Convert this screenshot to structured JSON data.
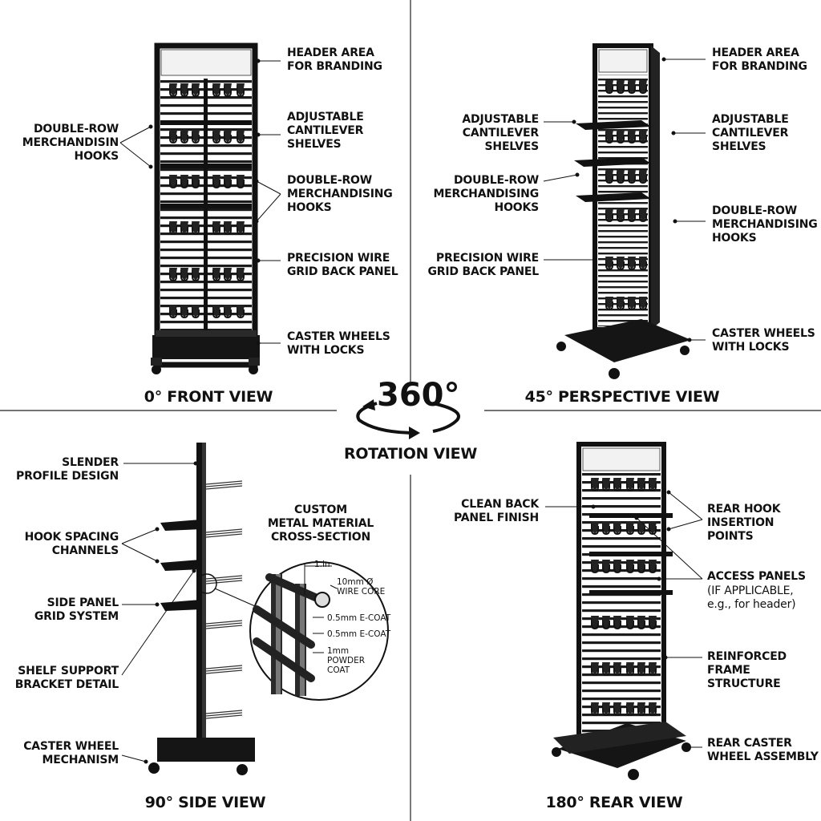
{
  "center": {
    "big": "360°",
    "sub": "ROTATION VIEW"
  },
  "views": {
    "front": {
      "title": "0° FRONT VIEW",
      "labels": {
        "header": "HEADER AREA\nFOR BRANDING",
        "shelves": "ADJUSTABLE\nCANTILEVER\nSHELVES",
        "hooks_left": "DOUBLE-ROW\nMERCHANDISIN\nHOOKS",
        "hooks_right": "DOUBLE-ROW\nMERCHANDISING\nHOOKS",
        "grid": "PRECISION WIRE\nGRID BACK PANEL",
        "casters": "CASTER WHEELS\nWITH LOCKS"
      }
    },
    "perspective": {
      "title": "45° PERSPECTIVE VIEW",
      "labels": {
        "header": "HEADER AREA\nFOR BRANDING",
        "shelves_left": "ADJUSTABLE\nCANTILEVER\nSHELVES",
        "shelves_right": "ADJUSTABLE\nCANTILEVER\nSHELVES",
        "hooks_left": "DOUBLE-ROW\nMERCHANDISING\nHOOKS",
        "hooks_right": "DOUBLE-ROW\nMERCHANDISING\nHOOKS",
        "grid": "PRECISION WIRE\nGRID BACK PANEL",
        "casters": "CASTER WHEELS\nWITH LOCKS"
      }
    },
    "side": {
      "title": "90° SIDE VIEW",
      "labels": {
        "profile": "SLENDER\nPROFILE DESIGN",
        "channels": "HOOK SPACING\nCHANNELS",
        "grid": "SIDE PANEL\nGRID SYSTEM",
        "bracket": "SHELF SUPPORT\nBRACKET DETAIL",
        "caster": "CASTER WHEEL\nMECHANISM",
        "material": "CUSTOM\nMETAL MATERIAL\nCROSS-SECTION"
      },
      "detail": {
        "dim": "1.in",
        "core": "10mm Ø\nWIRE CORE",
        "ecoat1": "0.5mm E-COAT",
        "ecoat2": "0.5mm E-COAT",
        "powder": "1mm\nPOWDER\nCOAT"
      }
    },
    "rear": {
      "title": "180° REAR VIEW",
      "labels": {
        "back": "CLEAN BACK\nPANEL FINISH",
        "insertion": "REAR HOOK\nINSERTION\nPOINTS",
        "access_title": "ACCESS PANELS",
        "access_note": "(IF APPLICABLE,\ne.g., for header)",
        "frame": "REINFORCED\nFRAME STRUCTURE",
        "caster": "REAR CASTER\nWHEEL ASSEMBLY"
      }
    }
  }
}
